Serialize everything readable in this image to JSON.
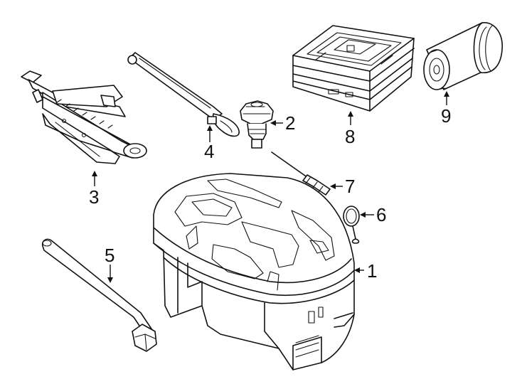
{
  "diagram": {
    "colors": {
      "line": "#111111",
      "background": "#ffffff"
    },
    "callouts": [
      {
        "id": "c1",
        "label": "1",
        "part": "foam-tool-tray"
      },
      {
        "id": "c2",
        "label": "2",
        "part": "valve-adapter"
      },
      {
        "id": "c3",
        "label": "3",
        "part": "scissor-jack"
      },
      {
        "id": "c4",
        "label": "4",
        "part": "jack-handle"
      },
      {
        "id": "c5",
        "label": "5",
        "part": "lug-wrench"
      },
      {
        "id": "c6",
        "label": "6",
        "part": "tow-eye-ring"
      },
      {
        "id": "c7",
        "label": "7",
        "part": "screwdriver"
      },
      {
        "id": "c8",
        "label": "8",
        "part": "tire-inflator-compressor"
      },
      {
        "id": "c9",
        "label": "9",
        "part": "sealant-canister"
      }
    ]
  }
}
